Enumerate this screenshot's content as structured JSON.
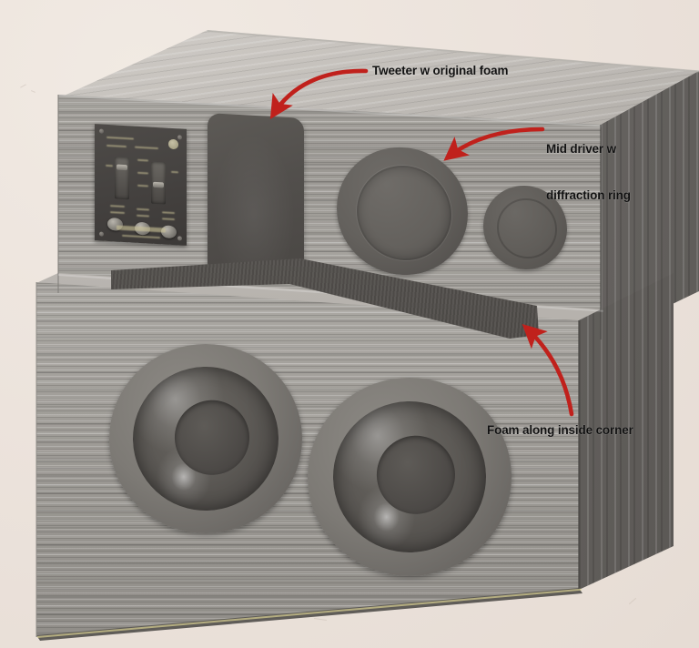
{
  "image": {
    "subject": "Loudspeaker cabinet photograph with callout annotations",
    "background_color": "#ece3dc",
    "annotation_color": "#c0211c",
    "annotation_text_color": "#111111"
  },
  "annotations": [
    {
      "id": "tweeter",
      "label": "Tweeter w original foam",
      "target": "tweeter-foam-pad",
      "arrow": "curved-left-down"
    },
    {
      "id": "mid",
      "label_line1": "Mid driver w",
      "label_line2": "diffraction ring",
      "target": "mid-driver",
      "arrow": "curved-left-down"
    },
    {
      "id": "foam",
      "label": "Foam along inside corner",
      "target": "foam-strip",
      "arrow": "curved-up-left"
    }
  ],
  "speaker": {
    "cabinet": {
      "finish": "gray wood grain veneer",
      "upper_front_color": "#9e9b96",
      "lower_front_color": "#a5a29d",
      "side_color": "#6f6c69",
      "top_color": "#c7c3be"
    },
    "components": [
      {
        "name": "tweeter-foam-pad",
        "type": "foam pad",
        "shape": "rounded rectangle",
        "color": "#524f4c"
      },
      {
        "name": "mid-driver",
        "type": "mid driver with diffraction ring",
        "shape": "circle",
        "color": "#64615d"
      },
      {
        "name": "small-driver",
        "type": "small driver",
        "shape": "circle",
        "color": "#605d59"
      },
      {
        "name": "foam-strip",
        "type": "foam strip along inside corner",
        "shape": "strip",
        "color": "#4f4c49"
      },
      {
        "name": "woofer-left",
        "type": "woofer",
        "shape": "circle",
        "color": "#5c5955"
      },
      {
        "name": "woofer-right",
        "type": "woofer",
        "shape": "circle",
        "color": "#5c5955"
      },
      {
        "name": "control-panel",
        "type": "crossover control panel",
        "shape": "square plate",
        "color": "#454240"
      }
    ],
    "control_panel": {
      "legible": false,
      "note": "text on plate is not legible at source resolution",
      "switch_count": 2,
      "knob_count": 3
    }
  }
}
